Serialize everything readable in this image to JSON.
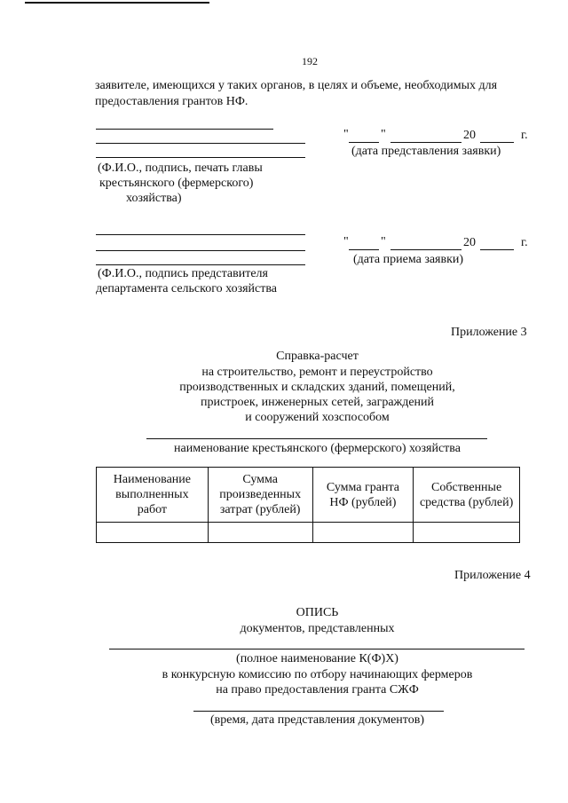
{
  "page_number": "192",
  "intro": {
    "line1": "заявителе, имеющихся у таких органов, в целях и объеме, необходимых для",
    "line2": "предоставления грантов НФ."
  },
  "sign_block_1": {
    "caption_l1": "(Ф.И.О., подпись, печать главы",
    "caption_l2": "крестьянского (фермерского)",
    "caption_l3": "хозяйства)",
    "date_quote_open": "\"",
    "date_quote_close": "\"",
    "year": "20",
    "year_suffix": "г.",
    "date_caption": "(дата представления заявки)"
  },
  "sign_block_2": {
    "caption_l1": "(Ф.И.О., подпись представителя",
    "caption_l2": "департамента сельского хозяйства",
    "date_quote_open": "\"",
    "date_quote_close": "\"",
    "year": "20",
    "year_suffix": "г.",
    "date_caption": "(дата приема заявки)"
  },
  "appendix3": {
    "label": "Приложение 3",
    "title": "Справка-расчет",
    "sub1": "на строительство, ремонт и переустройство",
    "sub2": "производственных и складских зданий, помещений,",
    "sub3": "пристроек, инженерных сетей, заграждений",
    "sub4": "и сооружений хозспособом",
    "farm_caption": "наименование крестьянского (фермерского) хозяйства",
    "table": {
      "headers": [
        [
          "Наименование",
          "выполненных",
          "работ"
        ],
        [
          "Сумма",
          "произведенных",
          "затрат (рублей)"
        ],
        [
          "Сумма гранта",
          "НФ (рублей)"
        ],
        [
          "Собственные",
          "средства (рублей)"
        ]
      ]
    }
  },
  "appendix4": {
    "label": "Приложение 4",
    "title": "ОПИСЬ",
    "sub1": "документов, представленных",
    "caption1": "(полное наименование К(Ф)Х)",
    "line2": "в конкурсную комиссию по отбору начинающих фермеров",
    "line3": "на право предоставления гранта СЖФ",
    "caption2": "(время, дата представления документов)"
  }
}
